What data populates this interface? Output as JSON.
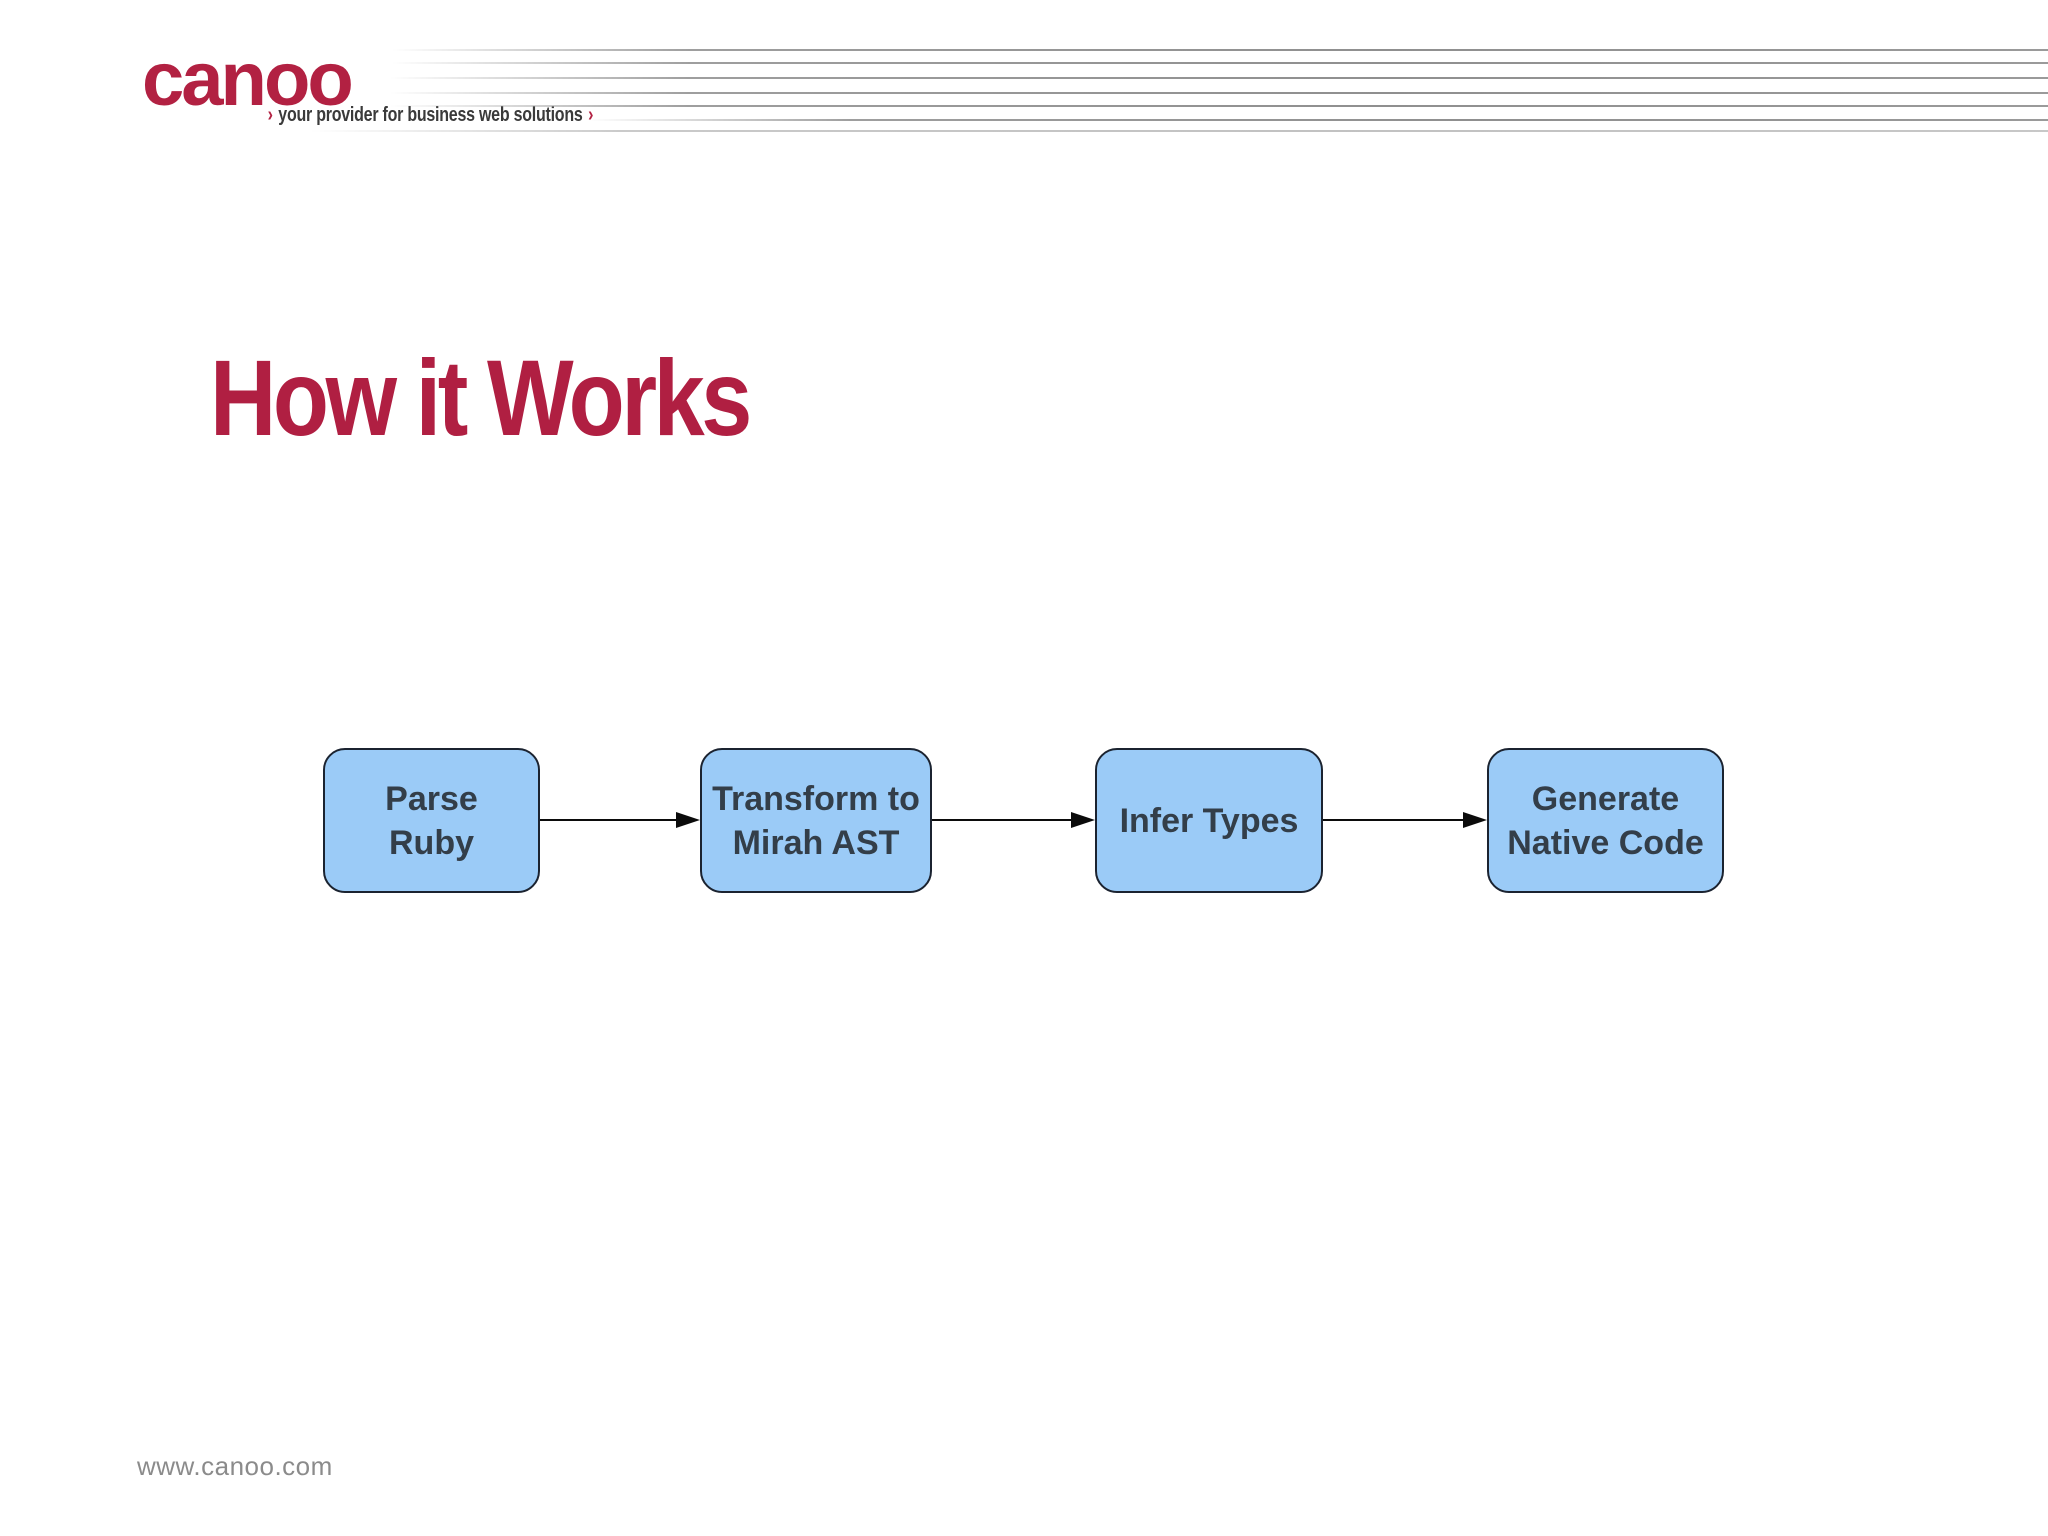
{
  "brand": {
    "logo_text": "canoo",
    "chevron_left": "›",
    "tagline": "your provider for business web solutions",
    "chevron_right": "›",
    "brand_red": "#b22142"
  },
  "header_decoration": {
    "line_count": 7,
    "line_color": "#9a9a9a"
  },
  "slide": {
    "title": "How it Works",
    "title_color": "#b01f42",
    "background_color": "#ffffff"
  },
  "diagram": {
    "type": "flowchart",
    "direction": "left-to-right",
    "box_fill": "#9bcbf7",
    "box_border_color": "#1b2330",
    "box_text_color": "#333e49",
    "arrow_color": "#0b0b0b",
    "steps": [
      {
        "label": "Parse Ruby",
        "lines": [
          "Parse",
          "Ruby"
        ]
      },
      {
        "label": "Transform to Mirah AST",
        "lines": [
          "Transform to",
          "Mirah AST"
        ]
      },
      {
        "label": "Infer Types",
        "lines": [
          "Infer Types"
        ]
      },
      {
        "label": "Generate Native Code",
        "lines": [
          "Generate",
          "Native Code"
        ]
      }
    ],
    "connections": [
      {
        "from": "Parse Ruby",
        "to": "Transform to Mirah AST"
      },
      {
        "from": "Transform to Mirah AST",
        "to": "Infer Types"
      },
      {
        "from": "Infer Types",
        "to": "Generate Native Code"
      }
    ]
  },
  "footer": {
    "website": "www.canoo.com"
  }
}
